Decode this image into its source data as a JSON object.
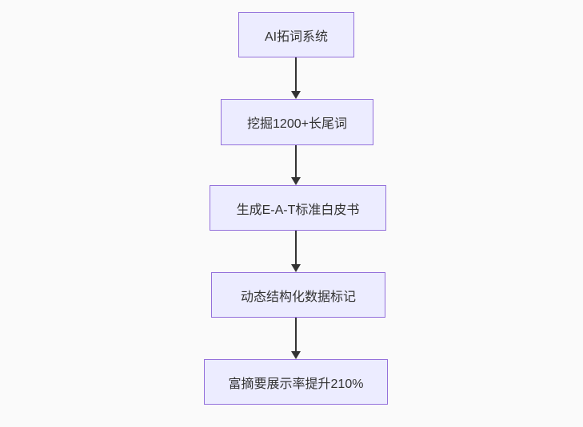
{
  "flowchart": {
    "type": "flowchart-top-down",
    "nodes": [
      {
        "label": "AI拓词系统"
      },
      {
        "label": "挖掘1200+长尾词"
      },
      {
        "label": "生成E-A-T标准白皮书"
      },
      {
        "label": "动态结构化数据标记"
      },
      {
        "label": "富摘要展示率提升210%"
      }
    ],
    "edges": [
      {
        "from": "AI拓词系统",
        "to": "挖掘1200+长尾词"
      },
      {
        "from": "挖掘1200+长尾词",
        "to": "生成E-A-T标准白皮书"
      },
      {
        "from": "生成E-A-T标准白皮书",
        "to": "动态结构化数据标记"
      },
      {
        "from": "动态结构化数据标记",
        "to": "富摘要展示率提升210%"
      }
    ],
    "colors": {
      "node_fill": "#ECECFF",
      "node_border": "#9370DB",
      "node_text": "#333333",
      "arrow": "#333333",
      "background": "#FAFAFA"
    }
  }
}
